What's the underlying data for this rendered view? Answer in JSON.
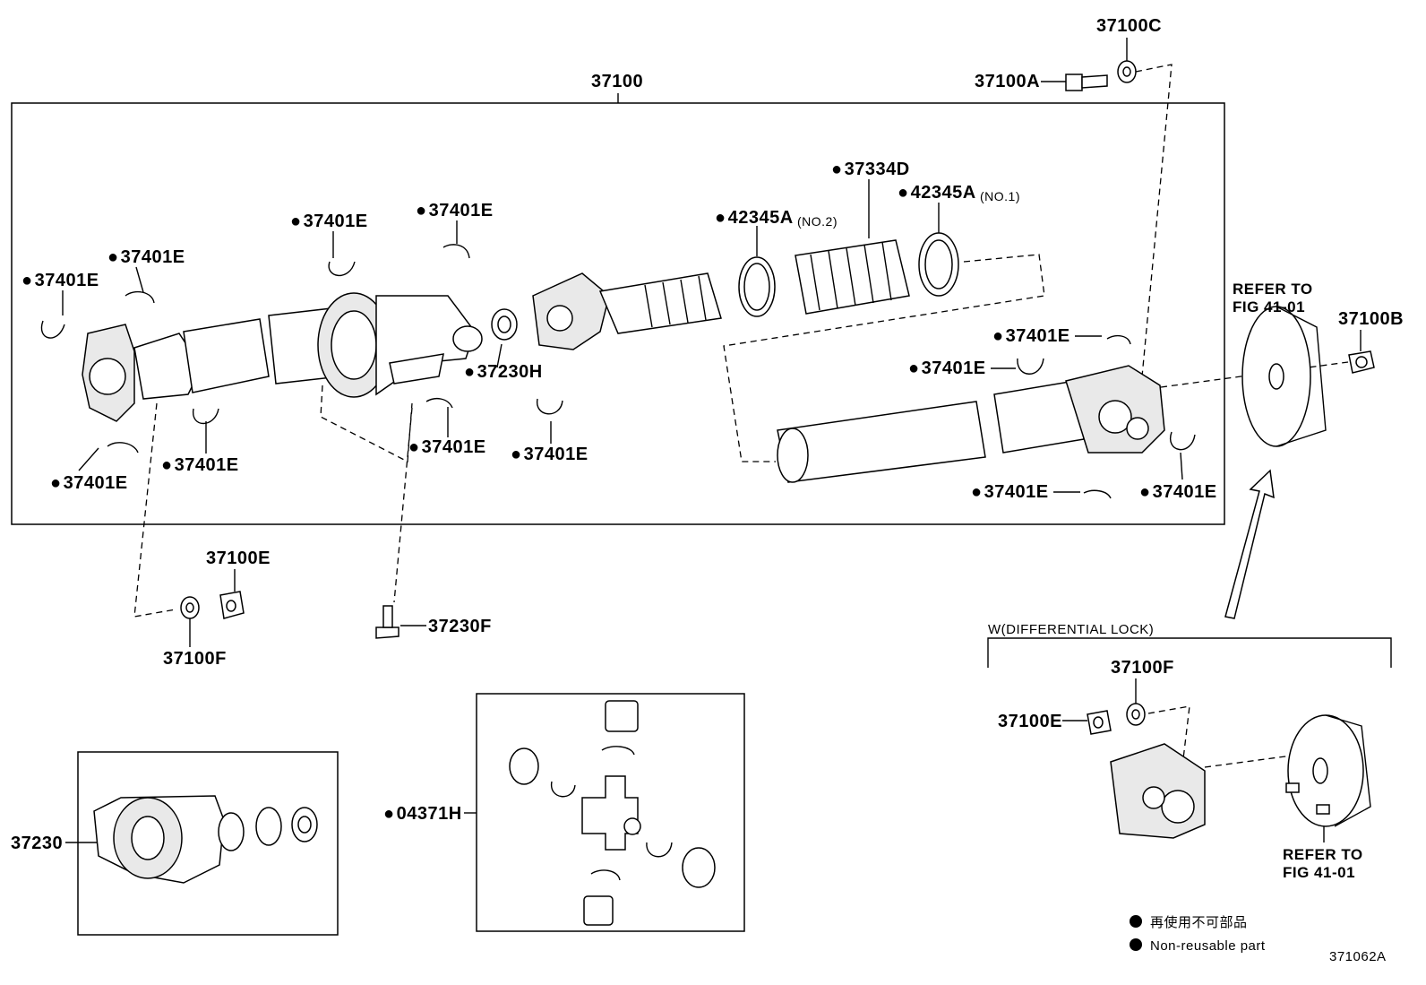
{
  "diagram": {
    "figure_number": "371062A",
    "main_assembly": "37100",
    "labels": {
      "a_37100C": "37100C",
      "a_37100A": "37100A",
      "a_37334D": "37334D",
      "a_42345A_no1": "42345A",
      "a_42345A_no1_note": "(NO.1)",
      "a_42345A_no2": "42345A",
      "a_42345A_no2_note": "(NO.2)",
      "a_37401E": "37401E",
      "a_37230H": "37230H",
      "a_37100B": "37100B",
      "a_37100E": "37100E",
      "a_37100F": "37100F",
      "a_37230F": "37230F",
      "a_37230": "37230",
      "a_04371H": "04371H"
    },
    "refer_line1": "REFER TO",
    "refer_line2": "FIG 41-01",
    "condition_box": "W(DIFFERENTIAL LOCK)",
    "legend": {
      "jp": "再使用不可部品",
      "en": "Non-reusable part"
    }
  }
}
